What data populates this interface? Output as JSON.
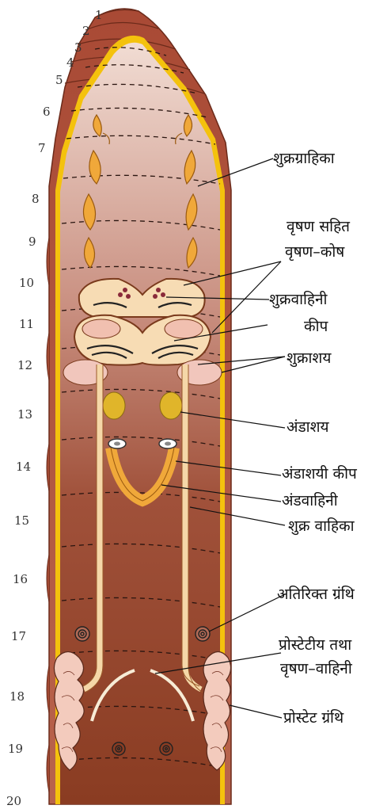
{
  "segment_numbers": [
    "1",
    "2",
    "3",
    "4",
    "5",
    "6",
    "7",
    "8",
    "9",
    "10",
    "11",
    "12",
    "13",
    "14",
    "15",
    "16",
    "17",
    "18",
    "19",
    "20"
  ],
  "labels": {
    "spermatheca": "शुक्रग्राहिका",
    "testis_sac_line1": "वृषण सहित",
    "testis_sac_line2": "वृषण–कोष",
    "sperm_funnel_line1": "शुक्रवाहिनी",
    "sperm_funnel_line2": "कीप",
    "seminal_vesicle": "शुक्राशय",
    "ovary": "अंडाशय",
    "ovarian_funnel": "अंडाशयी कीप",
    "oviduct": "अंडवाहिनी",
    "vas_deferens": "शुक्र वाहिका",
    "accessory_gland": "अतिरिक्त ग्रंथि",
    "prostatic_duct_line1": "प्रोस्टेटीय तथा",
    "prostatic_duct_line2": "वृषण–वाहिनी",
    "prostate_gland": "प्रोस्टेट ग्रंथि"
  },
  "colors": {
    "body_top": "#f2dcd2",
    "body_mid": "#b9705a",
    "body_bottom": "#8e3f24",
    "yellow_border": "#f4c20d",
    "organ_orange": "#f0a83a",
    "testis_sac_fill": "#f7dcb4",
    "ovary_yellow": "#e0b52a",
    "prostate_pink": "#f3cbbd"
  }
}
